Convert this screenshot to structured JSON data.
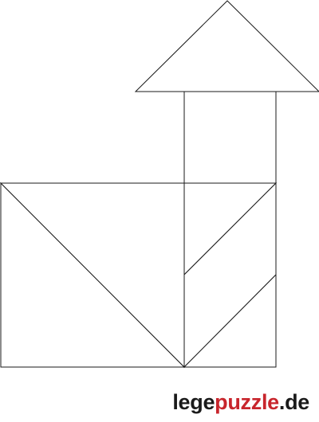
{
  "branding": {
    "part1": "lege",
    "part2": "puzzle",
    "part3": ".de",
    "colors": {
      "dark": "#1a1a1a",
      "accent": "#c8252c"
    }
  },
  "puzzle": {
    "stroke_color": "#1a1a1a",
    "fill_color": "#ffffff",
    "piece_count": 7
  }
}
